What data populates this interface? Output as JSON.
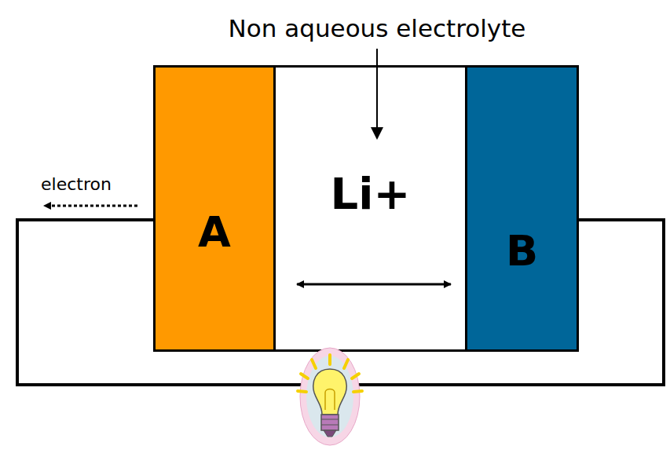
{
  "diagram": {
    "nodes": [
      {
        "text": [
          "A"
        ]
      },
      {
        "text": [
          "Li+"
        ]
      },
      {
        "text": [
          "B"
        ]
      }
    ],
    "edges": [
      {
        "from": 0,
        "to": 2,
        "arrow": "none"
      }
    ],
    "labels": [
      "Non aqueous electrolyte",
      "electron"
    ]
  }
}
